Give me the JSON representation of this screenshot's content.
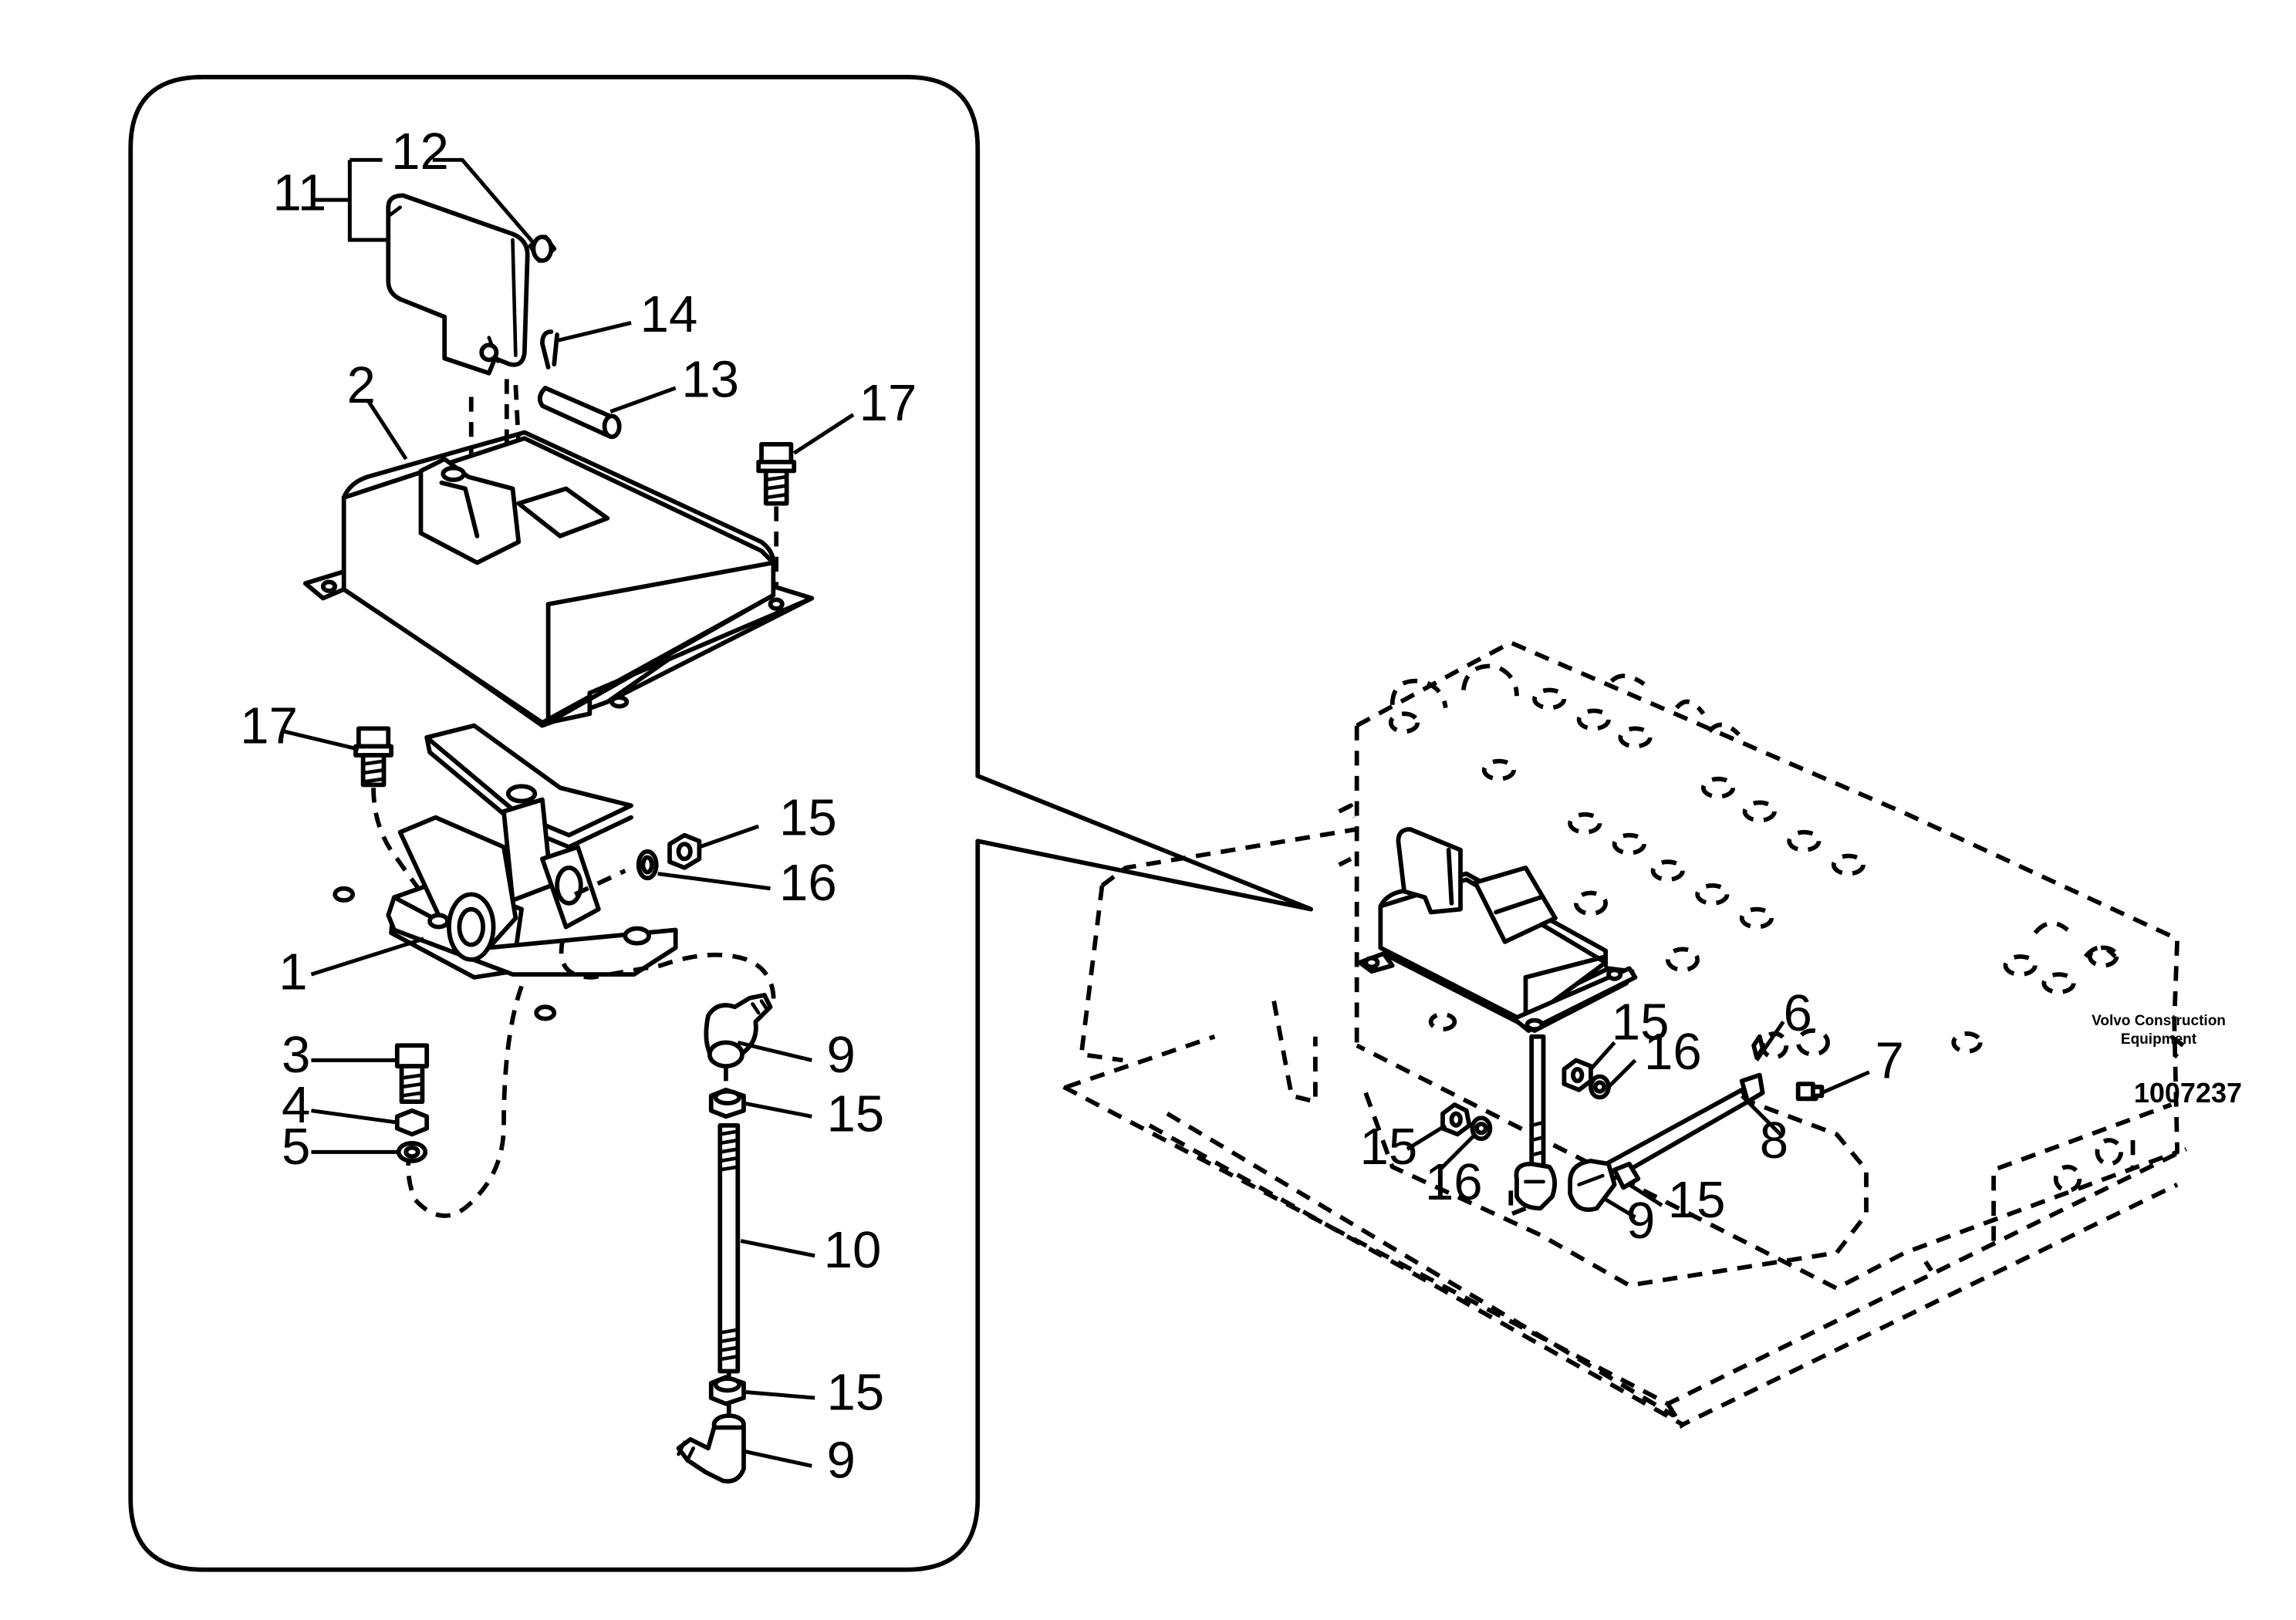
{
  "callouts": {
    "c1": "1",
    "c2": "2",
    "c3": "3",
    "c4": "4",
    "c5": "5",
    "c6": "6",
    "c7": "7",
    "c8": "8",
    "c9a": "9",
    "c9b": "9",
    "c9c": "9",
    "c10": "10",
    "c11": "11",
    "c12": "12",
    "c13": "13",
    "c14": "14",
    "c15a": "15",
    "c15b": "15",
    "c15c": "15",
    "c15d": "15",
    "c15e": "15",
    "c15f": "15",
    "c16a": "16",
    "c16b": "16",
    "c16c": "16",
    "c17a": "17",
    "c17b": "17"
  },
  "footer": {
    "company": "Volvo Construction Equipment",
    "drawing_number": "1007237"
  }
}
